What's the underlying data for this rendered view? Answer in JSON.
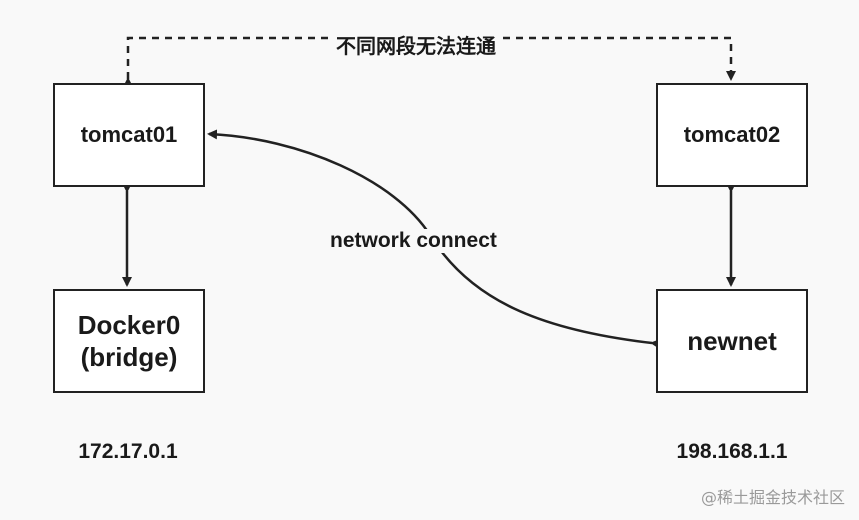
{
  "nodes": {
    "tomcat01": "tomcat01",
    "tomcat02": "tomcat02",
    "docker0_line1": "Docker0",
    "docker0_line2": "(bridge)",
    "newnet": "newnet"
  },
  "labels": {
    "cannot_connect": "不同网段无法连通",
    "network_connect": "network connect"
  },
  "ips": {
    "left": "172.17.0.1",
    "right": "198.168.1.1"
  },
  "watermark": "@稀土掘金技术社区",
  "colors": {
    "stroke": "#222222",
    "background": "#f9f9f9",
    "box_fill": "#ffffff",
    "watermark": "#9a9a9a"
  }
}
